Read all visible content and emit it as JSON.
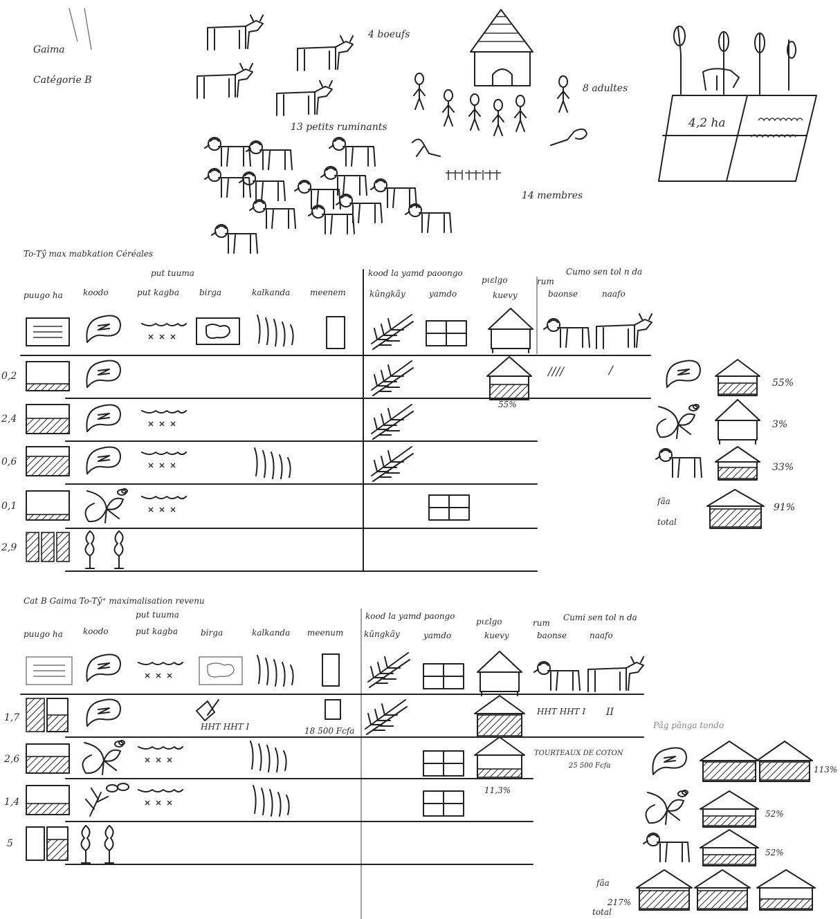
{
  "header": {
    "village": "Gaima",
    "category": "Catégorie B",
    "cattle": "4 boeufs",
    "small_ruminants": "13 petits ruminants",
    "adults": "8 adultes",
    "members": "14 membres",
    "area": "4,2 ha"
  },
  "table1": {
    "title": "To-Tỹ max mabkation Céréales",
    "group_put_tuuma": "put tuuma",
    "group_kood": "kood la yamd paoongo",
    "group_pielgo": "pɩɛlgo",
    "group_ruminants": "rum",
    "group_sales": "Cumo sen tol n da",
    "columns": [
      "puugo ha",
      "koodo",
      "put kagba",
      "birga",
      "kalkanda",
      "meenem",
      "kũngkãy",
      "yamdo",
      "kuevy",
      "baonse",
      "naafo"
    ],
    "rows": [
      {
        "ha": "0,2",
        "tally_small": "////",
        "tally_cattle": "/"
      },
      {
        "ha": "2,4"
      },
      {
        "ha": "0,6"
      },
      {
        "ha": "0,1"
      },
      {
        "ha": "2,9"
      }
    ],
    "pielgo_pct": "55%",
    "summary": [
      {
        "pct": "55%"
      },
      {
        "pct": "3%"
      },
      {
        "pct": "33%"
      },
      {
        "pct": "91%",
        "label_top": "fãa",
        "label_bottom": "total"
      }
    ]
  },
  "table2": {
    "title": "Cat B Gaima To-Tỹ⁺ maximalisation revenu",
    "group_put_tuuma": "put tuuma",
    "group_kood": "kood la yamd paongo",
    "group_pielgo": "pɩɛlgo",
    "group_ruminants": "rum",
    "group_sales": "Cumi sen tol n da",
    "columns": [
      "puugo ha",
      "koodo",
      "put kagba",
      "birga",
      "kalkanda",
      "meenum",
      "kũngkãy",
      "yamdo",
      "kuevy",
      "baonse",
      "naafo"
    ],
    "rows": [
      {
        "ha": "1,7",
        "birga_tally": "HHT HHT I",
        "meenem_value": "18 500 Fcfa",
        "tally_small": "HHT HHT I",
        "tally_cattle": "II"
      },
      {
        "ha": "2,6"
      },
      {
        "ha": "1,4"
      },
      {
        "ha": "5"
      }
    ],
    "pielgo_pct": "11,3%",
    "note_line1": "TOURTEAUX DE COTON",
    "note_line2": "25 500 Fcfa",
    "summary_title": "Pãg pãnga tondo",
    "summary": [
      {
        "pct": "113%"
      },
      {
        "pct": "52%"
      },
      {
        "pct": "52%"
      },
      {
        "pct": "217%",
        "label_top": "fãa",
        "label_bottom": "total"
      }
    ]
  }
}
